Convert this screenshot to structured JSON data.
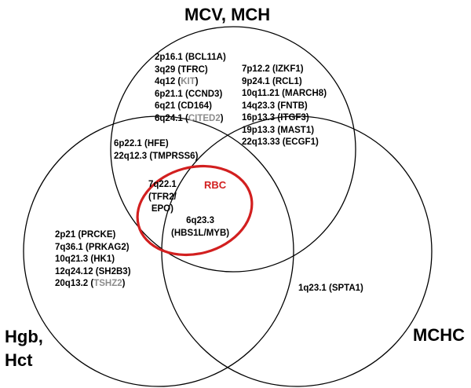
{
  "sets": {
    "mcv_mch": "MCV, MCH",
    "hgb_line1": "Hgb,",
    "hgb_line2": "Hct",
    "mchc": "MCHC",
    "rbc": "RBC"
  },
  "colors": {
    "circle": "#000000",
    "rbc": "#d21f1f",
    "gray_locus": "#8c8c8c"
  },
  "regions": {
    "mcv_only_left": [
      {
        "locus": "2p16.1",
        "gene": "BCL11A"
      },
      {
        "locus": "3q29",
        "gene": "TFRC"
      },
      {
        "locus": "4q12",
        "gene": "KIT",
        "gray": true
      },
      {
        "locus": "6p21.1",
        "gene": "CCND3"
      },
      {
        "locus": "6q21",
        "gene": "CD164"
      },
      {
        "locus": "6q24.1",
        "gene": "CITED2",
        "gray": true
      }
    ],
    "mcv_only_right": [
      {
        "locus": "7p12.2",
        "gene": "IZKF1"
      },
      {
        "locus": "9p24.1",
        "gene": "RCL1"
      },
      {
        "locus": "10q11.21",
        "gene": "MARCH8"
      },
      {
        "locus": "14q23.3",
        "gene": "FNTB"
      },
      {
        "locus": "16p13.3",
        "gene": "ITGF3"
      },
      {
        "locus": "19p13.3",
        "gene": "MAST1"
      },
      {
        "locus": "22q13.33",
        "gene": "ECGF1"
      }
    ],
    "mcv_hgb": [
      {
        "locus": "6p22.1",
        "gene": "HFE"
      },
      {
        "locus": "22q12.3",
        "gene": "TMPRSS6"
      }
    ],
    "rbc_mcv_hgb": {
      "line1": "7q22.1",
      "line2": "(TFR2/",
      "line3": "EPO)"
    },
    "rbc_all": {
      "line1": "6q23.3",
      "line2": "(HBS1L/MYB)"
    },
    "hgb_only": [
      {
        "locus": "2p21",
        "gene": "PRCKE"
      },
      {
        "locus": "7q36.1",
        "gene": "PRKAG2"
      },
      {
        "locus": "10q21.3",
        "gene": "HK1"
      },
      {
        "locus": "12q24.12",
        "gene": "SH2B3"
      },
      {
        "locus": "20q13.2",
        "gene": "TSHZ2",
        "gray": true
      }
    ],
    "mchc_only": [
      {
        "locus": "1q23.1",
        "gene": "SPTA1"
      }
    ]
  }
}
